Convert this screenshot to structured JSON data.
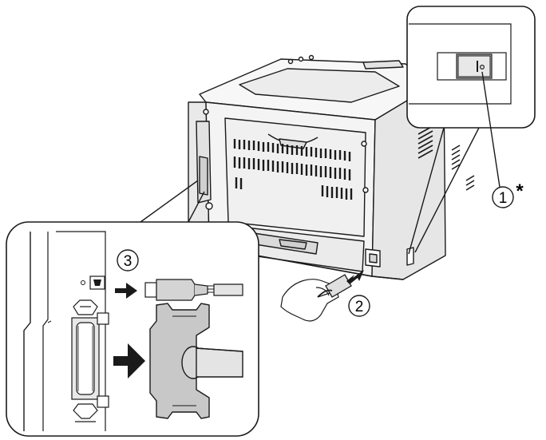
{
  "callouts": {
    "power_switch": "1",
    "power_cord": "2",
    "interface_cable": "3",
    "footnote_mark": "*"
  },
  "colors": {
    "line": "#1a1a1a",
    "printer_body": "#f2f2f2",
    "printer_shade": "#dcdcdc",
    "connector_fill": "#c8c8c8",
    "background": "#ffffff"
  },
  "icons": [
    "printer-rear",
    "power-switch",
    "power-cord-plug",
    "hand",
    "usb-connector",
    "parallel-connector",
    "insert-arrow"
  ]
}
